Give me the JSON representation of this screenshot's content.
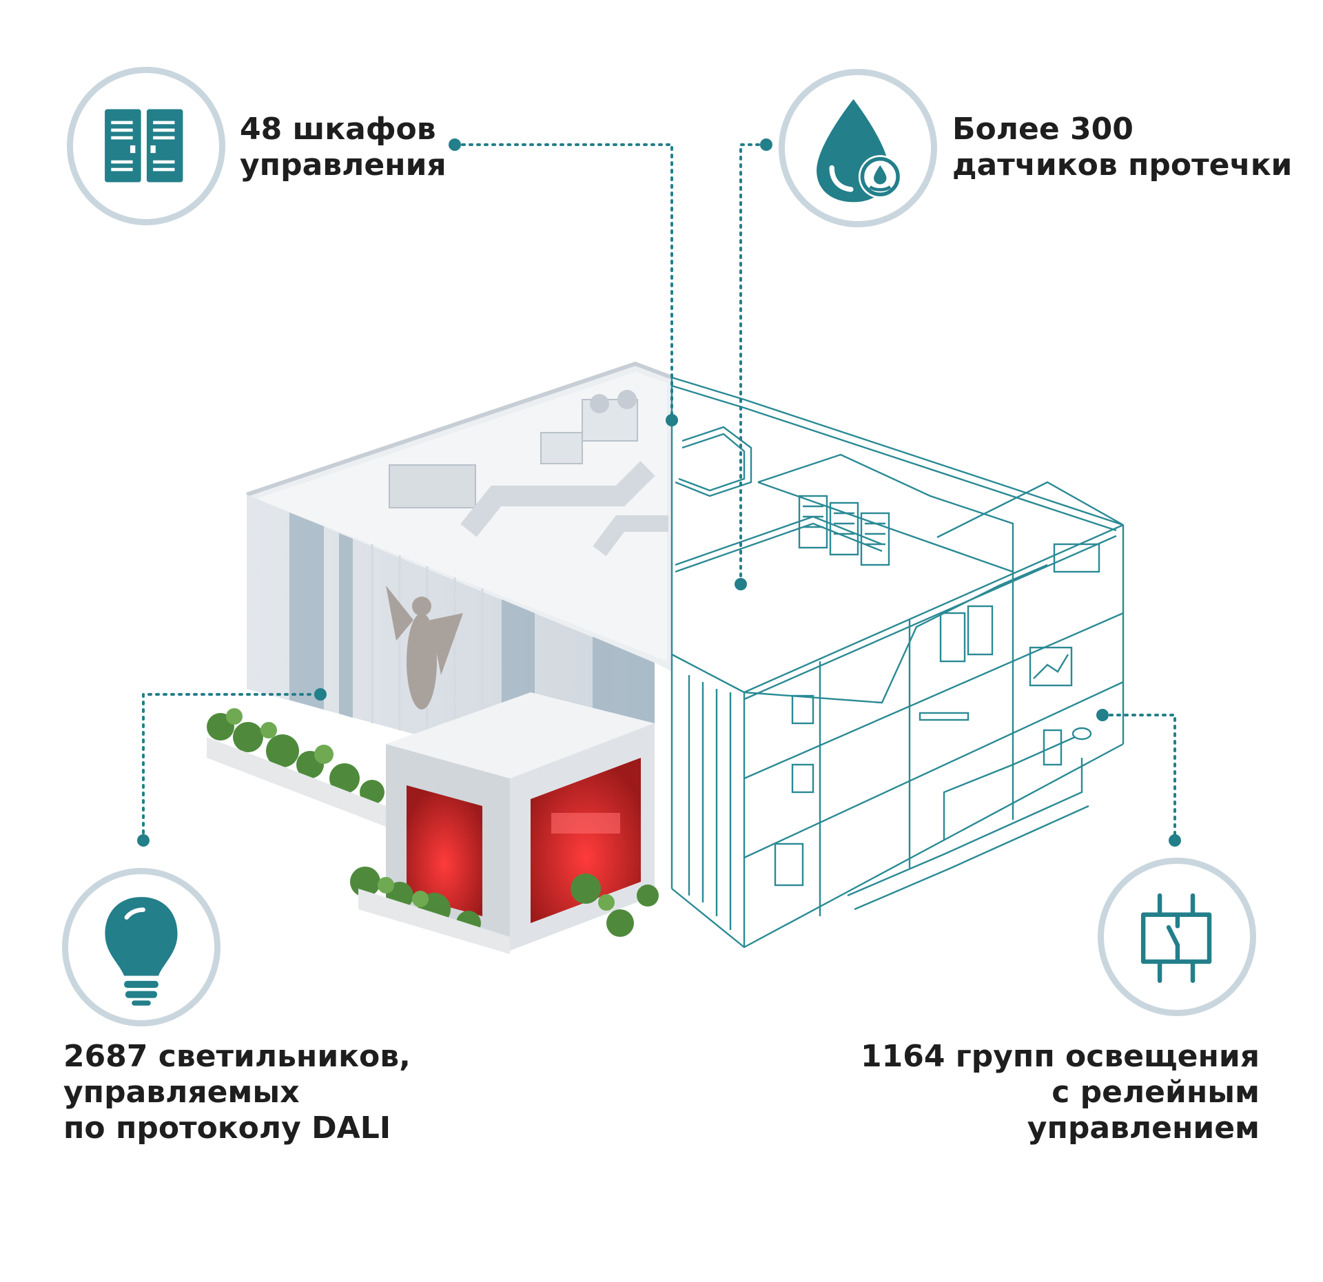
{
  "accent_color": "#237f8a",
  "ring_color": "#c9d6de",
  "callouts": {
    "cabinets": {
      "icon": "server-cabinet-icon",
      "line1": "48 шкафов",
      "line2": "управления"
    },
    "leak": {
      "icon": "water-drop-sensor-icon",
      "line1": "Более 300",
      "line2": "датчиков протечки"
    },
    "lights": {
      "icon": "light-bulb-icon",
      "line1": "2687 светильников,",
      "line2": "управляемых",
      "line3": "по протоколу DALI"
    },
    "groups": {
      "icon": "relay-switch-icon",
      "line1": "1164 групп освещения",
      "line2": "с релейным",
      "line3": "управлением"
    }
  }
}
